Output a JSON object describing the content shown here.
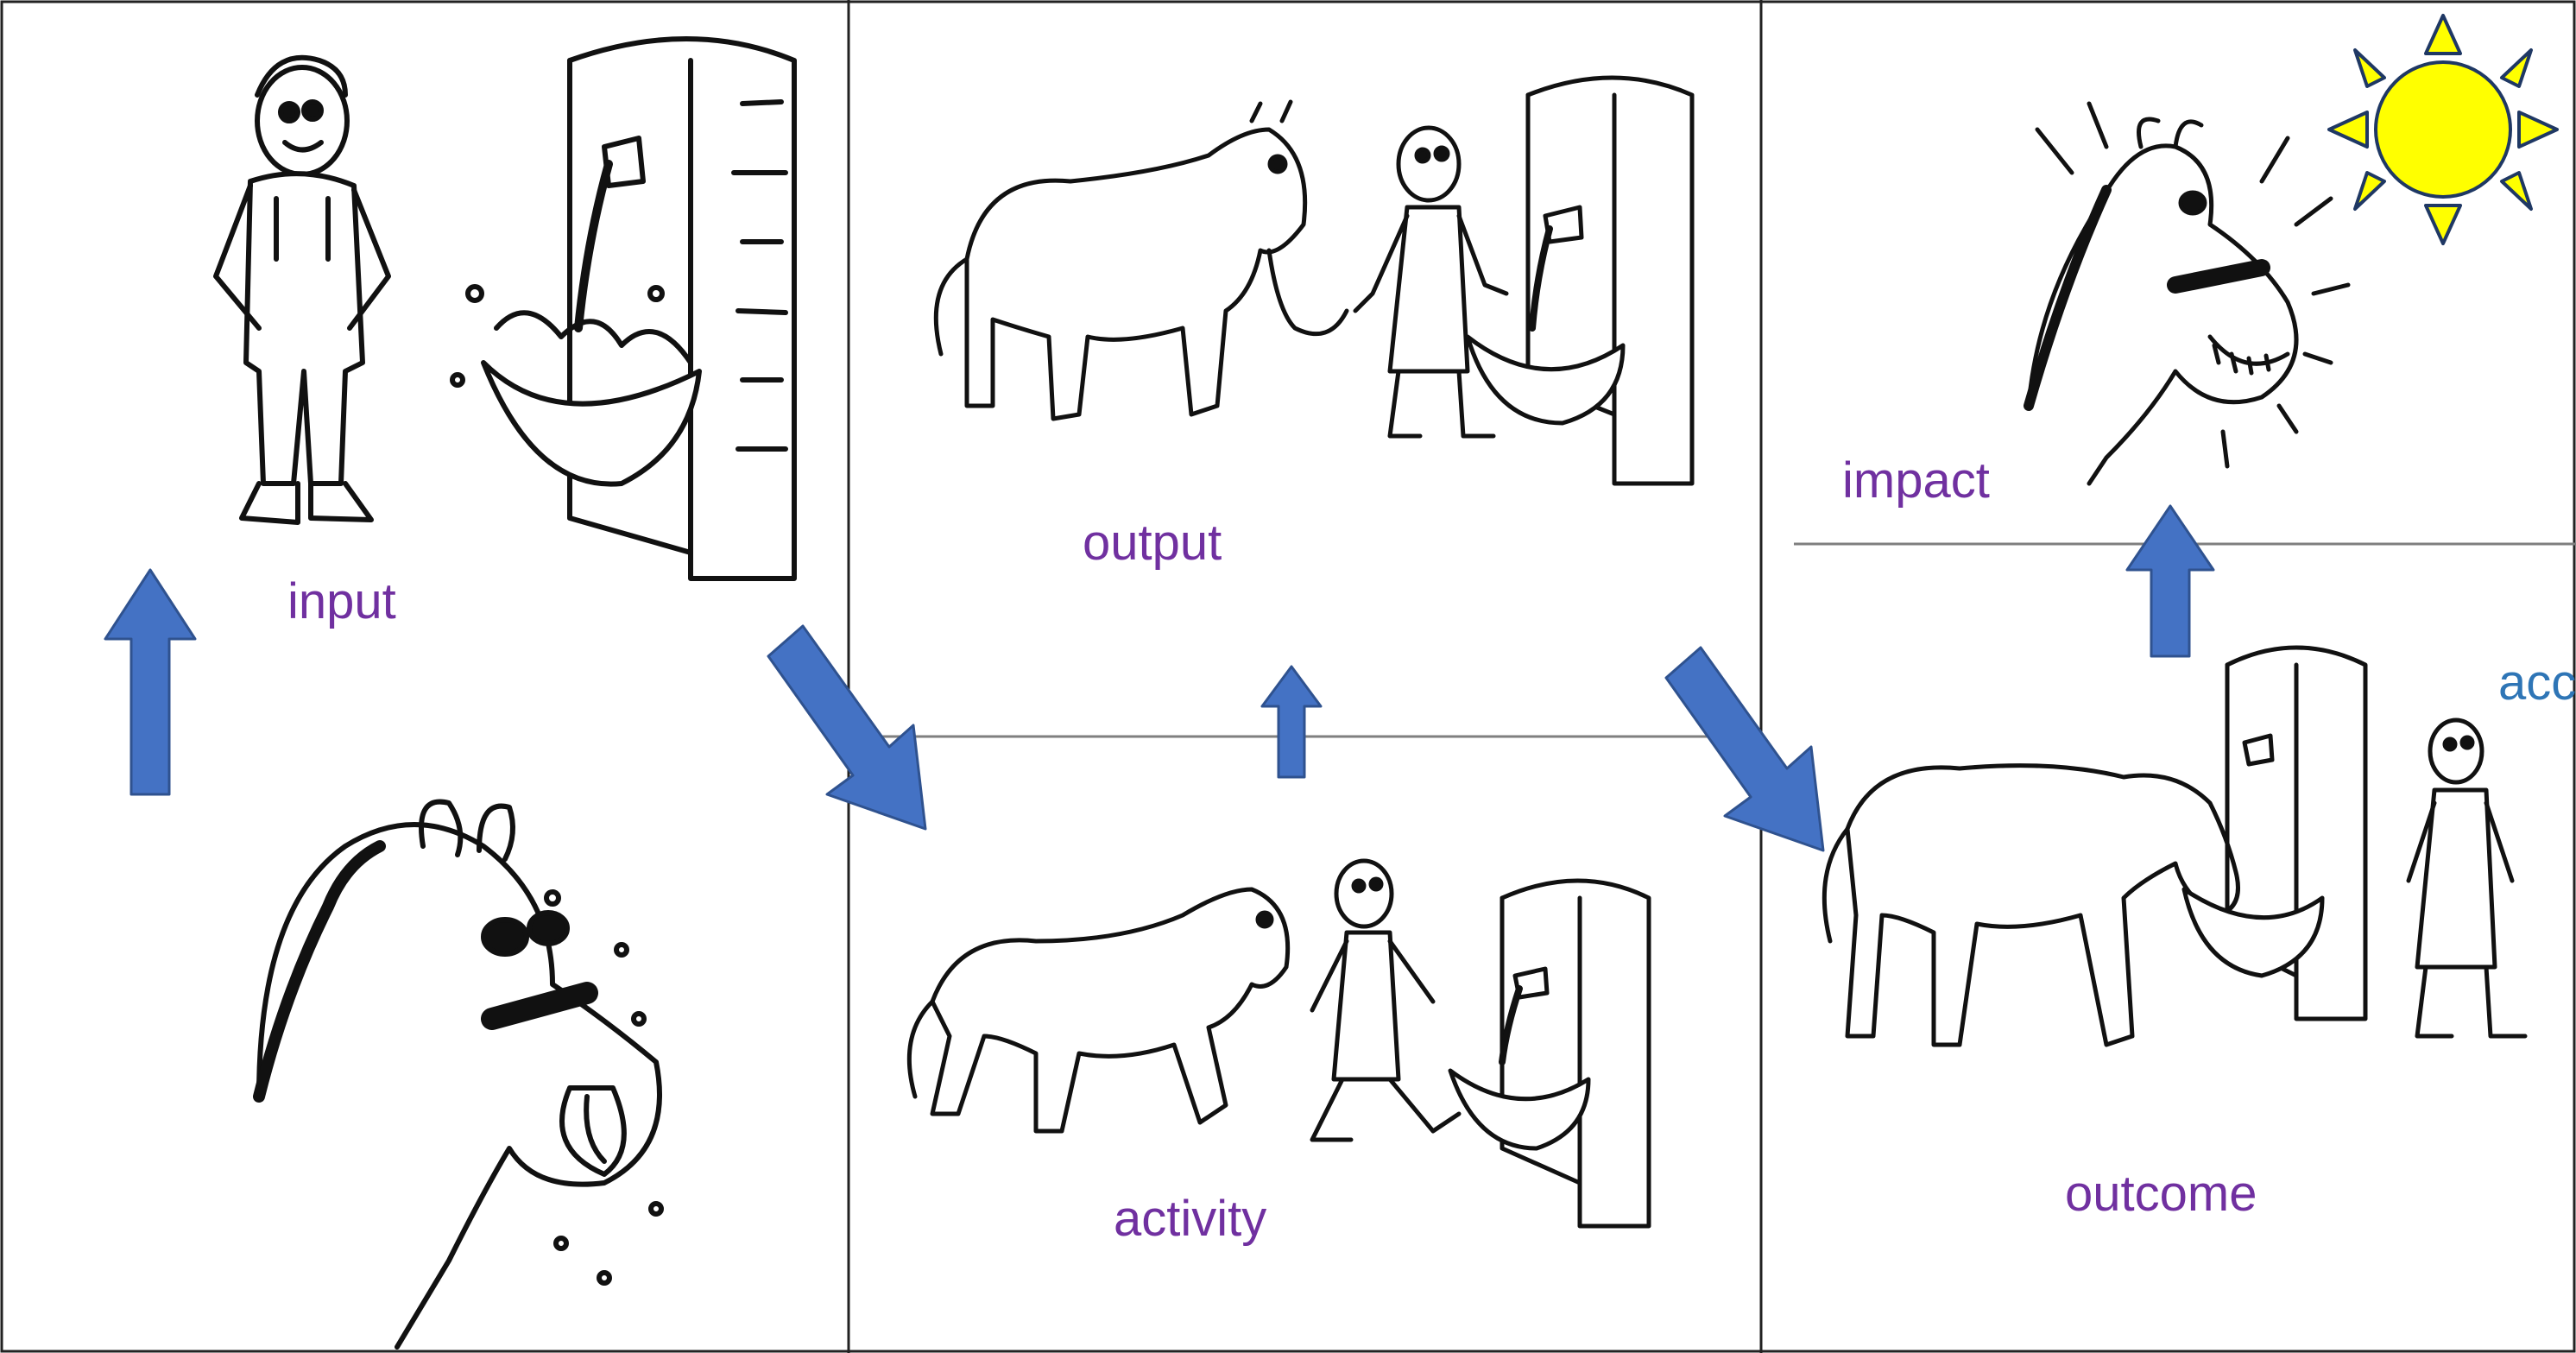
{
  "labels": {
    "input": "input",
    "output": "output",
    "activity": "activity",
    "impact": "impact",
    "outcome": "outcome",
    "partial_right": "acc"
  },
  "colors": {
    "label": "#7030a0",
    "partial_label": "#2e75b6",
    "arrow_fill": "#4472c4",
    "arrow_stroke": "#2f528f",
    "sun_fill": "#ffff00",
    "sun_stroke": "#1f3864",
    "line": "#222222",
    "divider": "#7f7f7f"
  },
  "icons": {
    "sun": "sun-icon",
    "arrows": [
      "up-arrow-icon",
      "down-right-arrow-icon",
      "up-arrow-icon",
      "down-right-arrow-icon",
      "up-arrow-icon"
    ],
    "illustrations": [
      "farmer-illustration",
      "water-fountain-illustration",
      "thirsty-horse-illustration",
      "farmer-leading-horse-illustration",
      "horse-drinking-illustration",
      "happy-horse-illustration"
    ]
  }
}
